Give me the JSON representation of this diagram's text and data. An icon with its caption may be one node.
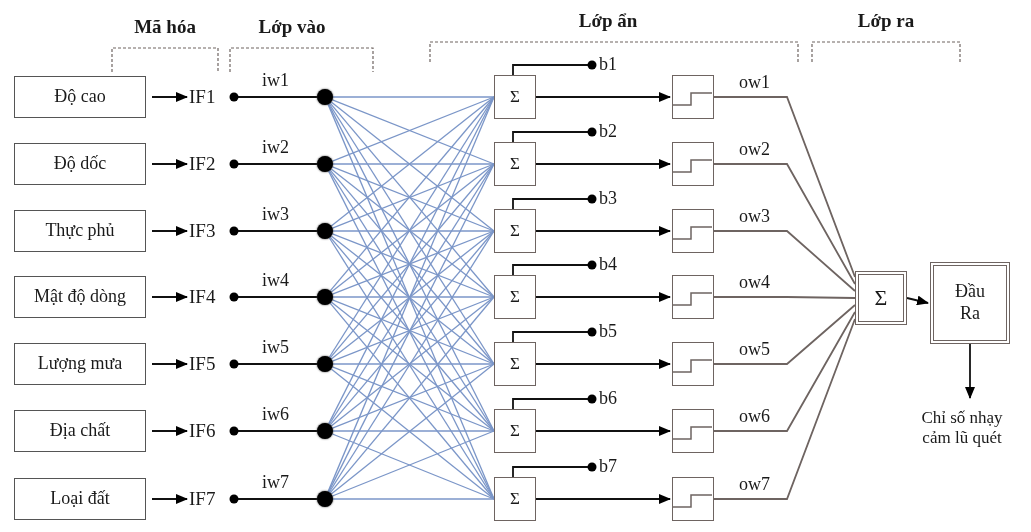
{
  "diagram": {
    "nodes": [
      {
        "text": [
          "Độ cao"
        ]
      },
      {
        "text": [
          "IF1"
        ]
      },
      {
        "text": [],
        "shape": "circle"
      },
      {
        "text": [
          "b1"
        ]
      },
      {
        "text": [
          "Σ"
        ]
      },
      {
        "text": [],
        "shape": "box"
      },
      {
        "text": [
          "Độ dốc"
        ]
      },
      {
        "text": [
          "IF2"
        ]
      },
      {
        "text": [],
        "shape": "circle"
      },
      {
        "text": [
          "b2"
        ]
      },
      {
        "text": [
          "Σ"
        ]
      },
      {
        "text": [],
        "shape": "box"
      },
      {
        "text": [
          "Thực phủ"
        ]
      },
      {
        "text": [
          "IF3"
        ]
      },
      {
        "text": [],
        "shape": "circle"
      },
      {
        "text": [
          "b3"
        ]
      },
      {
        "text": [
          "Σ"
        ]
      },
      {
        "text": [],
        "shape": "box"
      },
      {
        "text": [
          "Mật độ dòng"
        ]
      },
      {
        "text": [
          "IF4"
        ]
      },
      {
        "text": [],
        "shape": "circle"
      },
      {
        "text": [
          "b4"
        ]
      },
      {
        "text": [
          "Σ"
        ]
      },
      {
        "text": [],
        "shape": "box"
      },
      {
        "text": [
          "Lượng mưa"
        ]
      },
      {
        "text": [
          "IF5"
        ]
      },
      {
        "text": [],
        "shape": "circle"
      },
      {
        "text": [
          "b5"
        ]
      },
      {
        "text": [
          "Σ"
        ]
      },
      {
        "text": [],
        "shape": "box"
      },
      {
        "text": [
          "Địa chất"
        ]
      },
      {
        "text": [
          "IF6"
        ]
      },
      {
        "text": [],
        "shape": "circle"
      },
      {
        "text": [
          "b6"
        ]
      },
      {
        "text": [
          "Σ"
        ]
      },
      {
        "text": [],
        "shape": "box"
      },
      {
        "text": [
          "Loại đất"
        ]
      },
      {
        "text": [
          "IF7"
        ]
      },
      {
        "text": [],
        "shape": "circle"
      },
      {
        "text": [
          "b7"
        ]
      },
      {
        "text": [
          "Σ"
        ]
      },
      {
        "text": [],
        "shape": "box"
      },
      {
        "text": [
          "Σ"
        ]
      },
      {
        "text": [
          "Đầu Ra"
        ]
      },
      {
        "text": [
          "Chỉ số nhạy cảm lũ quét"
        ]
      }
    ],
    "edges": [
      {
        "from": 0,
        "to": 1,
        "arrow": "to",
        "color": "#111111"
      },
      {
        "from": 1,
        "to": 2,
        "arrow": "other",
        "label": "iw1",
        "color": "#111111"
      },
      {
        "from": 3,
        "to": 4,
        "arrow": "other",
        "color": "#111111"
      },
      {
        "from": 4,
        "to": 5,
        "arrow": "to",
        "color": "#111111"
      },
      {
        "from": 5,
        "to": 42,
        "arrow": "none",
        "label": "ow1",
        "color": "#6e6461"
      },
      {
        "from": 6,
        "to": 7,
        "arrow": "to",
        "color": "#111111"
      },
      {
        "from": 7,
        "to": 8,
        "arrow": "other",
        "label": "iw2",
        "color": "#111111"
      },
      {
        "from": 9,
        "to": 10,
        "arrow": "other",
        "color": "#111111"
      },
      {
        "from": 10,
        "to": 11,
        "arrow": "to",
        "color": "#111111"
      },
      {
        "from": 11,
        "to": 42,
        "arrow": "none",
        "label": "ow2",
        "color": "#6e6461"
      },
      {
        "from": 12,
        "to": 13,
        "arrow": "to",
        "color": "#111111"
      },
      {
        "from": 13,
        "to": 14,
        "arrow": "other",
        "label": "iw3",
        "color": "#111111"
      },
      {
        "from": 15,
        "to": 16,
        "arrow": "other",
        "color": "#111111"
      },
      {
        "from": 16,
        "to": 17,
        "arrow": "to",
        "color": "#111111"
      },
      {
        "from": 17,
        "to": 42,
        "arrow": "none",
        "label": "ow3",
        "color": "#6e6461"
      },
      {
        "from": 18,
        "to": 19,
        "arrow": "to",
        "color": "#111111"
      },
      {
        "from": 19,
        "to": 20,
        "arrow": "other",
        "label": "iw4",
        "color": "#111111"
      },
      {
        "from": 21,
        "to": 22,
        "arrow": "other",
        "color": "#111111"
      },
      {
        "from": 22,
        "to": 23,
        "arrow": "to",
        "color": "#111111"
      },
      {
        "from": 23,
        "to": 42,
        "arrow": "none",
        "label": "ow4",
        "color": "#6e6461"
      },
      {
        "from": 24,
        "to": 25,
        "arrow": "to",
        "color": "#111111"
      },
      {
        "from": 25,
        "to": 26,
        "arrow": "other",
        "label": "iw5",
        "color": "#111111"
      },
      {
        "from": 27,
        "to": 28,
        "arrow": "other",
        "color": "#111111"
      },
      {
        "from": 28,
        "to": 29,
        "arrow": "to",
        "color": "#111111"
      },
      {
        "from": 29,
        "to": 42,
        "arrow": "none",
        "label": "ow5",
        "color": "#6e6461"
      },
      {
        "from": 30,
        "to": 31,
        "arrow": "to",
        "color": "#111111"
      },
      {
        "from": 31,
        "to": 32,
        "arrow": "other",
        "label": "iw6",
        "color": "#111111"
      },
      {
        "from": 33,
        "to": 34,
        "arrow": "other",
        "color": "#111111"
      },
      {
        "from": 34,
        "to": 35,
        "arrow": "to",
        "color": "#111111"
      },
      {
        "from": 35,
        "to": 42,
        "arrow": "none",
        "label": "ow6",
        "color": "#6e6461"
      },
      {
        "from": 36,
        "to": 37,
        "arrow": "to",
        "color": "#111111"
      },
      {
        "from": 37,
        "to": 38,
        "arrow": "other",
        "label": "iw7",
        "color": "#111111"
      },
      {
        "from": 39,
        "to": 40,
        "arrow": "other",
        "color": "#111111"
      },
      {
        "from": 40,
        "to": 41,
        "arrow": "to",
        "color": "#111111"
      },
      {
        "from": 41,
        "to": 42,
        "arrow": "none",
        "label": "ow7",
        "color": "#6e6461"
      },
      {
        "from": 2,
        "to": 4,
        "arrow": "none"
      },
      {
        "from": 2,
        "to": 10,
        "arrow": "none"
      },
      {
        "from": 2,
        "to": 16,
        "arrow": "none"
      },
      {
        "from": 2,
        "to": 22,
        "arrow": "none"
      },
      {
        "from": 2,
        "to": 28,
        "arrow": "none"
      },
      {
        "from": 2,
        "to": 34,
        "arrow": "none"
      },
      {
        "from": 2,
        "to": 40,
        "arrow": "none"
      },
      {
        "from": 8,
        "to": 4,
        "arrow": "none"
      },
      {
        "from": 8,
        "to": 10,
        "arrow": "none"
      },
      {
        "from": 8,
        "to": 16,
        "arrow": "none"
      },
      {
        "from": 8,
        "to": 22,
        "arrow": "none"
      },
      {
        "from": 8,
        "to": 28,
        "arrow": "none"
      },
      {
        "from": 8,
        "to": 34,
        "arrow": "none"
      },
      {
        "from": 8,
        "to": 40,
        "arrow": "none"
      },
      {
        "from": 14,
        "to": 4,
        "arrow": "none"
      },
      {
        "from": 14,
        "to": 10,
        "arrow": "none"
      },
      {
        "from": 14,
        "to": 16,
        "arrow": "none"
      },
      {
        "from": 14,
        "to": 22,
        "arrow": "none"
      },
      {
        "from": 14,
        "to": 28,
        "arrow": "none"
      },
      {
        "from": 14,
        "to": 34,
        "arrow": "none"
      },
      {
        "from": 14,
        "to": 40,
        "arrow": "none"
      },
      {
        "from": 20,
        "to": 4,
        "arrow": "none"
      },
      {
        "from": 20,
        "to": 10,
        "arrow": "none"
      },
      {
        "from": 20,
        "to": 16,
        "arrow": "none"
      },
      {
        "from": 20,
        "to": 22,
        "arrow": "none"
      },
      {
        "from": 20,
        "to": 28,
        "arrow": "none"
      },
      {
        "from": 20,
        "to": 34,
        "arrow": "none"
      },
      {
        "from": 20,
        "to": 40,
        "arrow": "none"
      },
      {
        "from": 26,
        "to": 4,
        "arrow": "none"
      },
      {
        "from": 26,
        "to": 10,
        "arrow": "none"
      },
      {
        "from": 26,
        "to": 16,
        "arrow": "none"
      },
      {
        "from": 26,
        "to": 22,
        "arrow": "none"
      },
      {
        "from": 26,
        "to": 28,
        "arrow": "none"
      },
      {
        "from": 26,
        "to": 34,
        "arrow": "none"
      },
      {
        "from": 26,
        "to": 40,
        "arrow": "none"
      },
      {
        "from": 32,
        "to": 4,
        "arrow": "none"
      },
      {
        "from": 32,
        "to": 10,
        "arrow": "none"
      },
      {
        "from": 32,
        "to": 16,
        "arrow": "none"
      },
      {
        "from": 32,
        "to": 22,
        "arrow": "none"
      },
      {
        "from": 32,
        "to": 28,
        "arrow": "none"
      },
      {
        "from": 32,
        "to": 34,
        "arrow": "none"
      },
      {
        "from": 32,
        "to": 40,
        "arrow": "none"
      },
      {
        "from": 38,
        "to": 4,
        "arrow": "none"
      },
      {
        "from": 38,
        "to": 10,
        "arrow": "none"
      },
      {
        "from": 38,
        "to": 16,
        "arrow": "none"
      },
      {
        "from": 38,
        "to": 22,
        "arrow": "none"
      },
      {
        "from": 38,
        "to": 28,
        "arrow": "none"
      },
      {
        "from": 38,
        "to": 34,
        "arrow": "none"
      },
      {
        "from": 38,
        "to": 40,
        "arrow": "none"
      },
      {
        "from": 42,
        "to": 43,
        "arrow": "to",
        "color": "#111111"
      },
      {
        "from": 43,
        "to": 44,
        "arrow": "to",
        "color": "#111111"
      }
    ],
    "labels": [
      "Mã hóa",
      "Lớp vào",
      "Lớp ẩn",
      "Lớp ra"
    ]
  }
}
